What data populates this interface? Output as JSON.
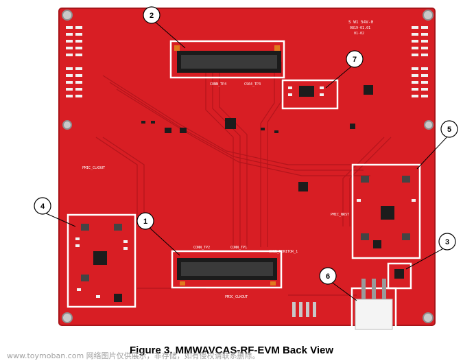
{
  "board": {
    "pcb_color": "#d81e24",
    "trace_color": "#b3151c",
    "highlight_color": "#ffffff",
    "version_text": "S W1 54V-0",
    "date_text": "0819-01.01",
    "rev_text": "01-02",
    "silk_labels": {
      "conn_top_a": "CONN_TP4",
      "conn_top_b": "CS64_TP3",
      "conn_bot_a": "CONN_TP2",
      "conn_bot_b": "CONN_TP1",
      "conn_monitor": "CONN_MONITOR_1",
      "pmic_block_left": "PMIC_CLKOUT",
      "pmic_block_mid": "PMIC_NRST",
      "pmic_block_right": "PMIC_CLKOUT"
    }
  },
  "callouts": [
    {
      "id": "1",
      "label": "1"
    },
    {
      "id": "2",
      "label": "2"
    },
    {
      "id": "3",
      "label": "3"
    },
    {
      "id": "4",
      "label": "4"
    },
    {
      "id": "5",
      "label": "5"
    },
    {
      "id": "6",
      "label": "6"
    },
    {
      "id": "7",
      "label": "7"
    }
  ],
  "caption": "Figure 3. MMWAVCAS-RF-EVM Back View",
  "watermark": "www.toymoban.com 网络图片仅供展示，非存储，如有侵权请联系删除。"
}
